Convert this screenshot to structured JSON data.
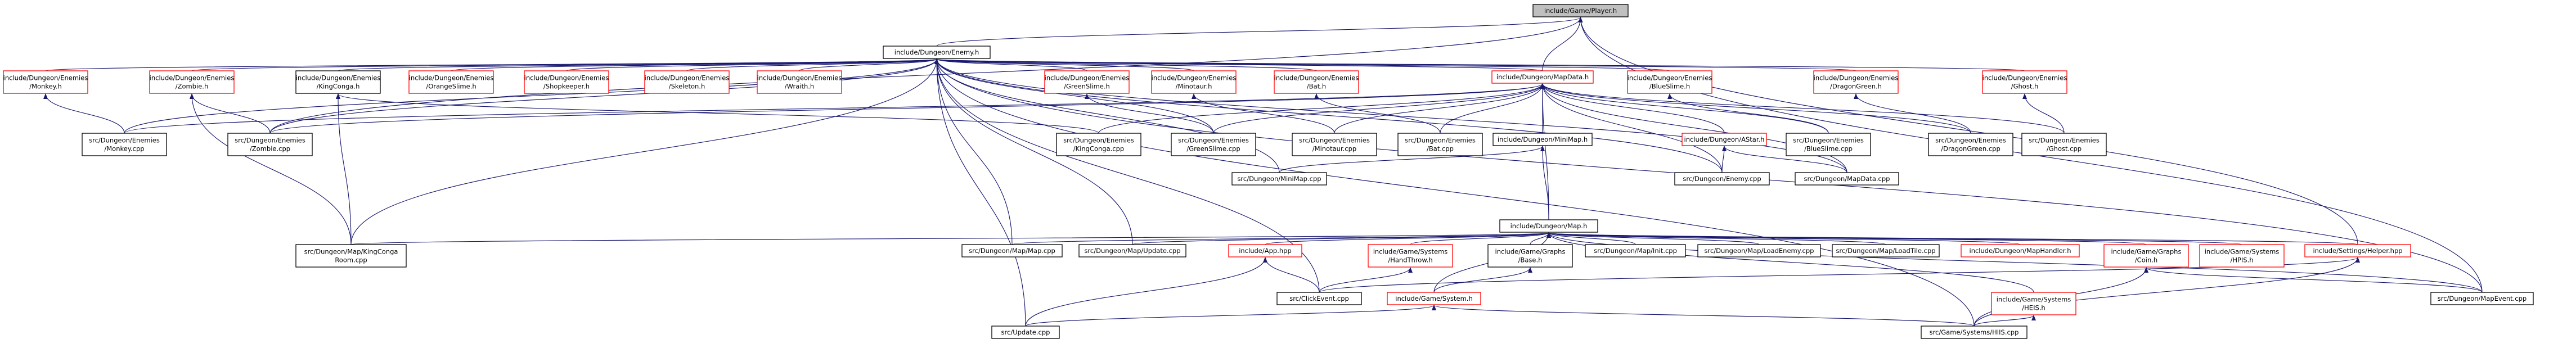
{
  "colors": {
    "edge": "#191970",
    "box_black": "#000000",
    "box_red": "#ff0000",
    "fill_root": "#bfbfbf",
    "fill": "#ffffff",
    "text": "#000000"
  },
  "nodes": [
    {
      "id": "player",
      "lines": [
        "include/Game/Player.h"
      ],
      "border": "black",
      "root": true
    },
    {
      "id": "enemy",
      "lines": [
        "include/Dungeon/Enemy.h"
      ],
      "border": "black"
    },
    {
      "id": "monkey_h",
      "lines": [
        "include/Dungeon/Enemies",
        "/Monkey.h"
      ],
      "border": "red"
    },
    {
      "id": "zombie_h",
      "lines": [
        "include/Dungeon/Enemies",
        "/Zombie.h"
      ],
      "border": "red"
    },
    {
      "id": "kingconga_h",
      "lines": [
        "include/Dungeon/Enemies",
        "/KingConga.h"
      ],
      "border": "black"
    },
    {
      "id": "orangeslime_h",
      "lines": [
        "include/Dungeon/Enemies",
        "/OrangeSlime.h"
      ],
      "border": "red"
    },
    {
      "id": "shopkeeper_h",
      "lines": [
        "include/Dungeon/Enemies",
        "/Shopkeeper.h"
      ],
      "border": "red"
    },
    {
      "id": "skeleton_h",
      "lines": [
        "include/Dungeon/Enemies",
        "/Skeleton.h"
      ],
      "border": "red"
    },
    {
      "id": "wraith_h",
      "lines": [
        "include/Dungeon/Enemies",
        "/Wraith.h"
      ],
      "border": "red"
    },
    {
      "id": "greenslime_h",
      "lines": [
        "include/Dungeon/Enemies",
        "/GreenSlime.h"
      ],
      "border": "red"
    },
    {
      "id": "minotaur_h",
      "lines": [
        "include/Dungeon/Enemies",
        "/Minotaur.h"
      ],
      "border": "red"
    },
    {
      "id": "bat_h",
      "lines": [
        "include/Dungeon/Enemies",
        "/Bat.h"
      ],
      "border": "red"
    },
    {
      "id": "mapdata_h",
      "lines": [
        "include/Dungeon/MapData.h"
      ],
      "border": "red"
    },
    {
      "id": "blueslime_h",
      "lines": [
        "include/Dungeon/Enemies",
        "/BlueSlime.h"
      ],
      "border": "red"
    },
    {
      "id": "dragongreen_h",
      "lines": [
        "include/Dungeon/Enemies",
        "/DragonGreen.h"
      ],
      "border": "red"
    },
    {
      "id": "ghost_h",
      "lines": [
        "include/Dungeon/Enemies",
        "/Ghost.h"
      ],
      "border": "red"
    },
    {
      "id": "monkey_cpp",
      "lines": [
        "src/Dungeon/Enemies",
        "/Monkey.cpp"
      ],
      "border": "black"
    },
    {
      "id": "zombie_cpp",
      "lines": [
        "src/Dungeon/Enemies",
        "/Zombie.cpp"
      ],
      "border": "black"
    },
    {
      "id": "kingconga_cpp",
      "lines": [
        "src/Dungeon/Enemies",
        "/KingConga.cpp"
      ],
      "border": "black"
    },
    {
      "id": "greenslime_cpp",
      "lines": [
        "src/Dungeon/Enemies",
        "/GreenSlime.cpp"
      ],
      "border": "black"
    },
    {
      "id": "minotaur_cpp",
      "lines": [
        "src/Dungeon/Enemies",
        "/Minotaur.cpp"
      ],
      "border": "black"
    },
    {
      "id": "bat_cpp",
      "lines": [
        "src/Dungeon/Enemies",
        "/Bat.cpp"
      ],
      "border": "black"
    },
    {
      "id": "minimap_h",
      "lines": [
        "include/Dungeon/MiniMap.h"
      ],
      "border": "black"
    },
    {
      "id": "astar_h",
      "lines": [
        "include/Dungeon/AStar.h"
      ],
      "border": "red"
    },
    {
      "id": "blueslime_cpp",
      "lines": [
        "src/Dungeon/Enemies",
        "/BlueSlime.cpp"
      ],
      "border": "black"
    },
    {
      "id": "dragongreen_cpp",
      "lines": [
        "src/Dungeon/Enemies",
        "/DragonGreen.cpp"
      ],
      "border": "black"
    },
    {
      "id": "ghost_cpp",
      "lines": [
        "src/Dungeon/Enemies",
        "/Ghost.cpp"
      ],
      "border": "black"
    },
    {
      "id": "minimap_cpp",
      "lines": [
        "src/Dungeon/MiniMap.cpp"
      ],
      "border": "black"
    },
    {
      "id": "enemy_cpp",
      "lines": [
        "src/Dungeon/Enemy.cpp"
      ],
      "border": "black"
    },
    {
      "id": "mapdata_cpp",
      "lines": [
        "src/Dungeon/MapData.cpp"
      ],
      "border": "black"
    },
    {
      "id": "map_h",
      "lines": [
        "include/Dungeon/Map.h"
      ],
      "border": "black"
    },
    {
      "id": "kingcongaroom_cpp",
      "lines": [
        "src/Dungeon/Map/KingConga",
        "Room.cpp"
      ],
      "border": "black"
    },
    {
      "id": "mapmap_cpp",
      "lines": [
        "src/Dungeon/Map/Map.cpp"
      ],
      "border": "black"
    },
    {
      "id": "mapupdate_cpp",
      "lines": [
        "src/Dungeon/Map/Update.cpp"
      ],
      "border": "black"
    },
    {
      "id": "app_hpp",
      "lines": [
        "include/App.hpp"
      ],
      "border": "red"
    },
    {
      "id": "handthrow_h",
      "lines": [
        "include/Game/Systems",
        "/HandThrow.h"
      ],
      "border": "red"
    },
    {
      "id": "graphsbase_h",
      "lines": [
        "include/Game/Graphs",
        "/Base.h"
      ],
      "border": "black"
    },
    {
      "id": "mapinit_cpp",
      "lines": [
        "src/Dungeon/Map/Init.cpp"
      ],
      "border": "black"
    },
    {
      "id": "loadenemy_cpp",
      "lines": [
        "src/Dungeon/Map/LoadEnemy.cpp"
      ],
      "border": "black"
    },
    {
      "id": "loadtile_cpp",
      "lines": [
        "src/Dungeon/Map/LoadTile.cpp"
      ],
      "border": "black"
    },
    {
      "id": "maphandler_h",
      "lines": [
        "include/Dungeon/MapHandler.h"
      ],
      "border": "red"
    },
    {
      "id": "coin_h",
      "lines": [
        "include/Game/Graphs",
        "/Coin.h"
      ],
      "border": "red"
    },
    {
      "id": "hpis_h",
      "lines": [
        "include/Game/Systems",
        "/HPIS.h"
      ],
      "border": "red"
    },
    {
      "id": "settings_hpp",
      "lines": [
        "include/Settings/Helper.hpp"
      ],
      "border": "red"
    },
    {
      "id": "clickevent_cpp",
      "lines": [
        "src/ClickEvent.cpp"
      ],
      "border": "black"
    },
    {
      "id": "system_h",
      "lines": [
        "include/Game/System.h"
      ],
      "border": "red"
    },
    {
      "id": "heis_h",
      "lines": [
        "include/Game/Systems",
        "/HEIS.h"
      ],
      "border": "red"
    },
    {
      "id": "mapevent_cpp",
      "lines": [
        "src/Dungeon/MapEvent.cpp"
      ],
      "border": "black"
    },
    {
      "id": "update_cpp",
      "lines": [
        "src/Update.cpp"
      ],
      "border": "black"
    },
    {
      "id": "hiis_cpp",
      "lines": [
        "src/Game/Systems/HIIS.cpp"
      ],
      "border": "black"
    }
  ]
}
